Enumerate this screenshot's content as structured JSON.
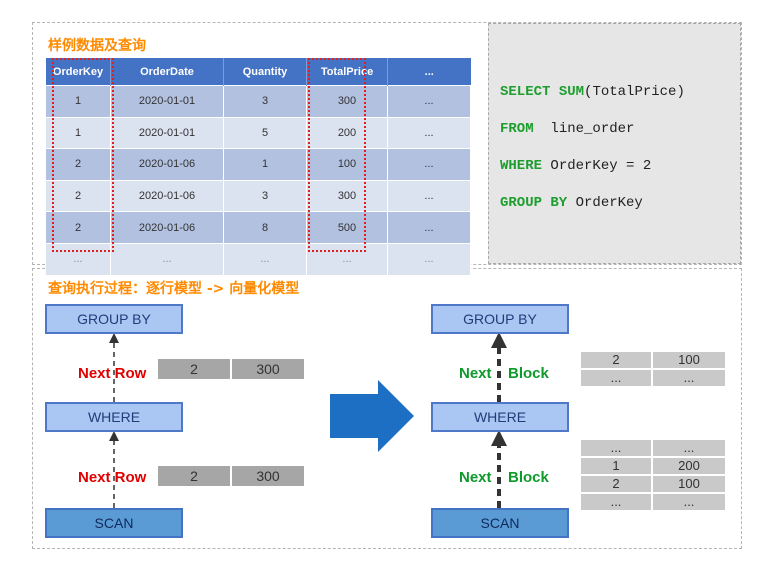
{
  "sample": {
    "title": "样例数据及查询",
    "headers": [
      "OrderKey",
      "OrderDate",
      "Quantity",
      "TotalPrice",
      "..."
    ],
    "rows": [
      [
        "1",
        "2020-01-01",
        "3",
        "300",
        "..."
      ],
      [
        "1",
        "2020-01-01",
        "5",
        "200",
        "..."
      ],
      [
        "2",
        "2020-01-06",
        "1",
        "100",
        "..."
      ],
      [
        "2",
        "2020-01-06",
        "3",
        "300",
        "..."
      ],
      [
        "2",
        "2020-01-06",
        "8",
        "500",
        "..."
      ],
      [
        "...",
        "...",
        "...",
        "...",
        "..."
      ]
    ]
  },
  "sql": {
    "select_kw": "SELECT",
    "sum_kw": "SUM",
    "select_rest": "(TotalPrice)",
    "from_kw": "FROM",
    "from_rest": "line_order",
    "where_kw": "WHERE",
    "where_rest": "OrderKey = 2",
    "group_kw": "GROUP BY",
    "group_rest": "OrderKey"
  },
  "process": {
    "title": "查询执行过程：逐行模型 -> 向量化模型",
    "left": {
      "group_by": "GROUP BY",
      "where": "WHERE",
      "scan": "SCAN",
      "next_row_label_1": "Next Row",
      "next_row_label_2": "Next Row",
      "row_top": [
        "2",
        "300"
      ],
      "row_bottom": [
        "2",
        "300"
      ]
    },
    "right": {
      "group_by": "GROUP BY",
      "where": "WHERE",
      "scan": "SCAN",
      "next_word_1": "Next",
      "block_word_1": "Block",
      "next_word_2": "Next",
      "block_word_2": "Block",
      "block_top": [
        [
          "2",
          "100"
        ],
        [
          "...",
          "..."
        ]
      ],
      "block_bottom": [
        [
          "...",
          "..."
        ],
        [
          "1",
          "200"
        ],
        [
          "2",
          "100"
        ],
        [
          "...",
          "..."
        ]
      ]
    }
  }
}
